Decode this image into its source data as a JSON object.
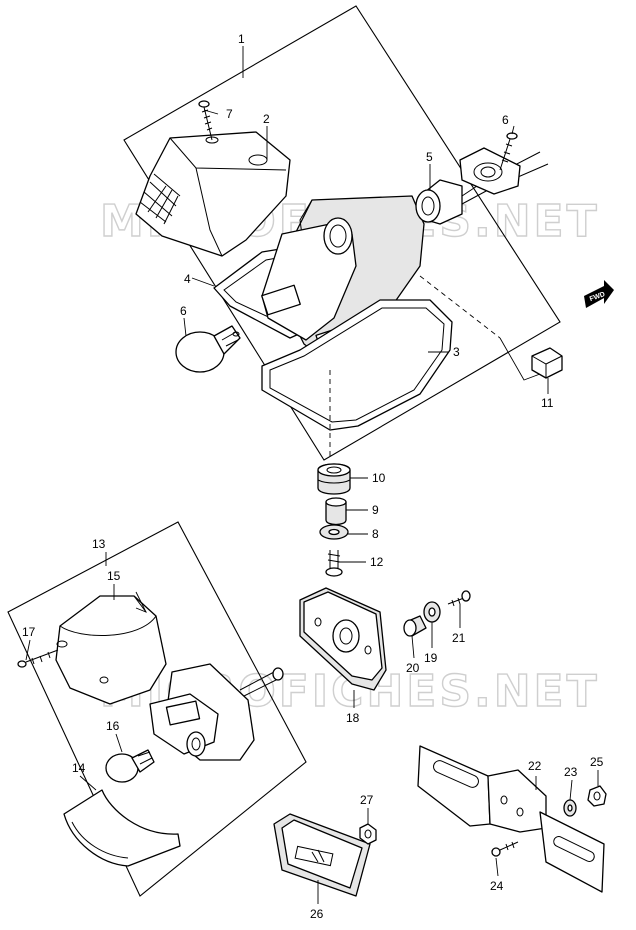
{
  "watermark": "MICROFICHES.NET",
  "fwd_label": "FWD",
  "callouts": {
    "c1": "1",
    "c2": "2",
    "c3": "3",
    "c4": "4",
    "c5": "5",
    "c6a": "6",
    "c6b": "6",
    "c7": "7",
    "c8": "8",
    "c9": "9",
    "c10": "10",
    "c11": "11",
    "c12": "12",
    "c13": "13",
    "c14": "14",
    "c15": "15",
    "c16": "16",
    "c17": "17",
    "c18": "18",
    "c19": "19",
    "c20": "20",
    "c21": "21",
    "c22": "22",
    "c23": "23",
    "c24": "24",
    "c25": "25",
    "c26": "26",
    "c27": "27"
  }
}
